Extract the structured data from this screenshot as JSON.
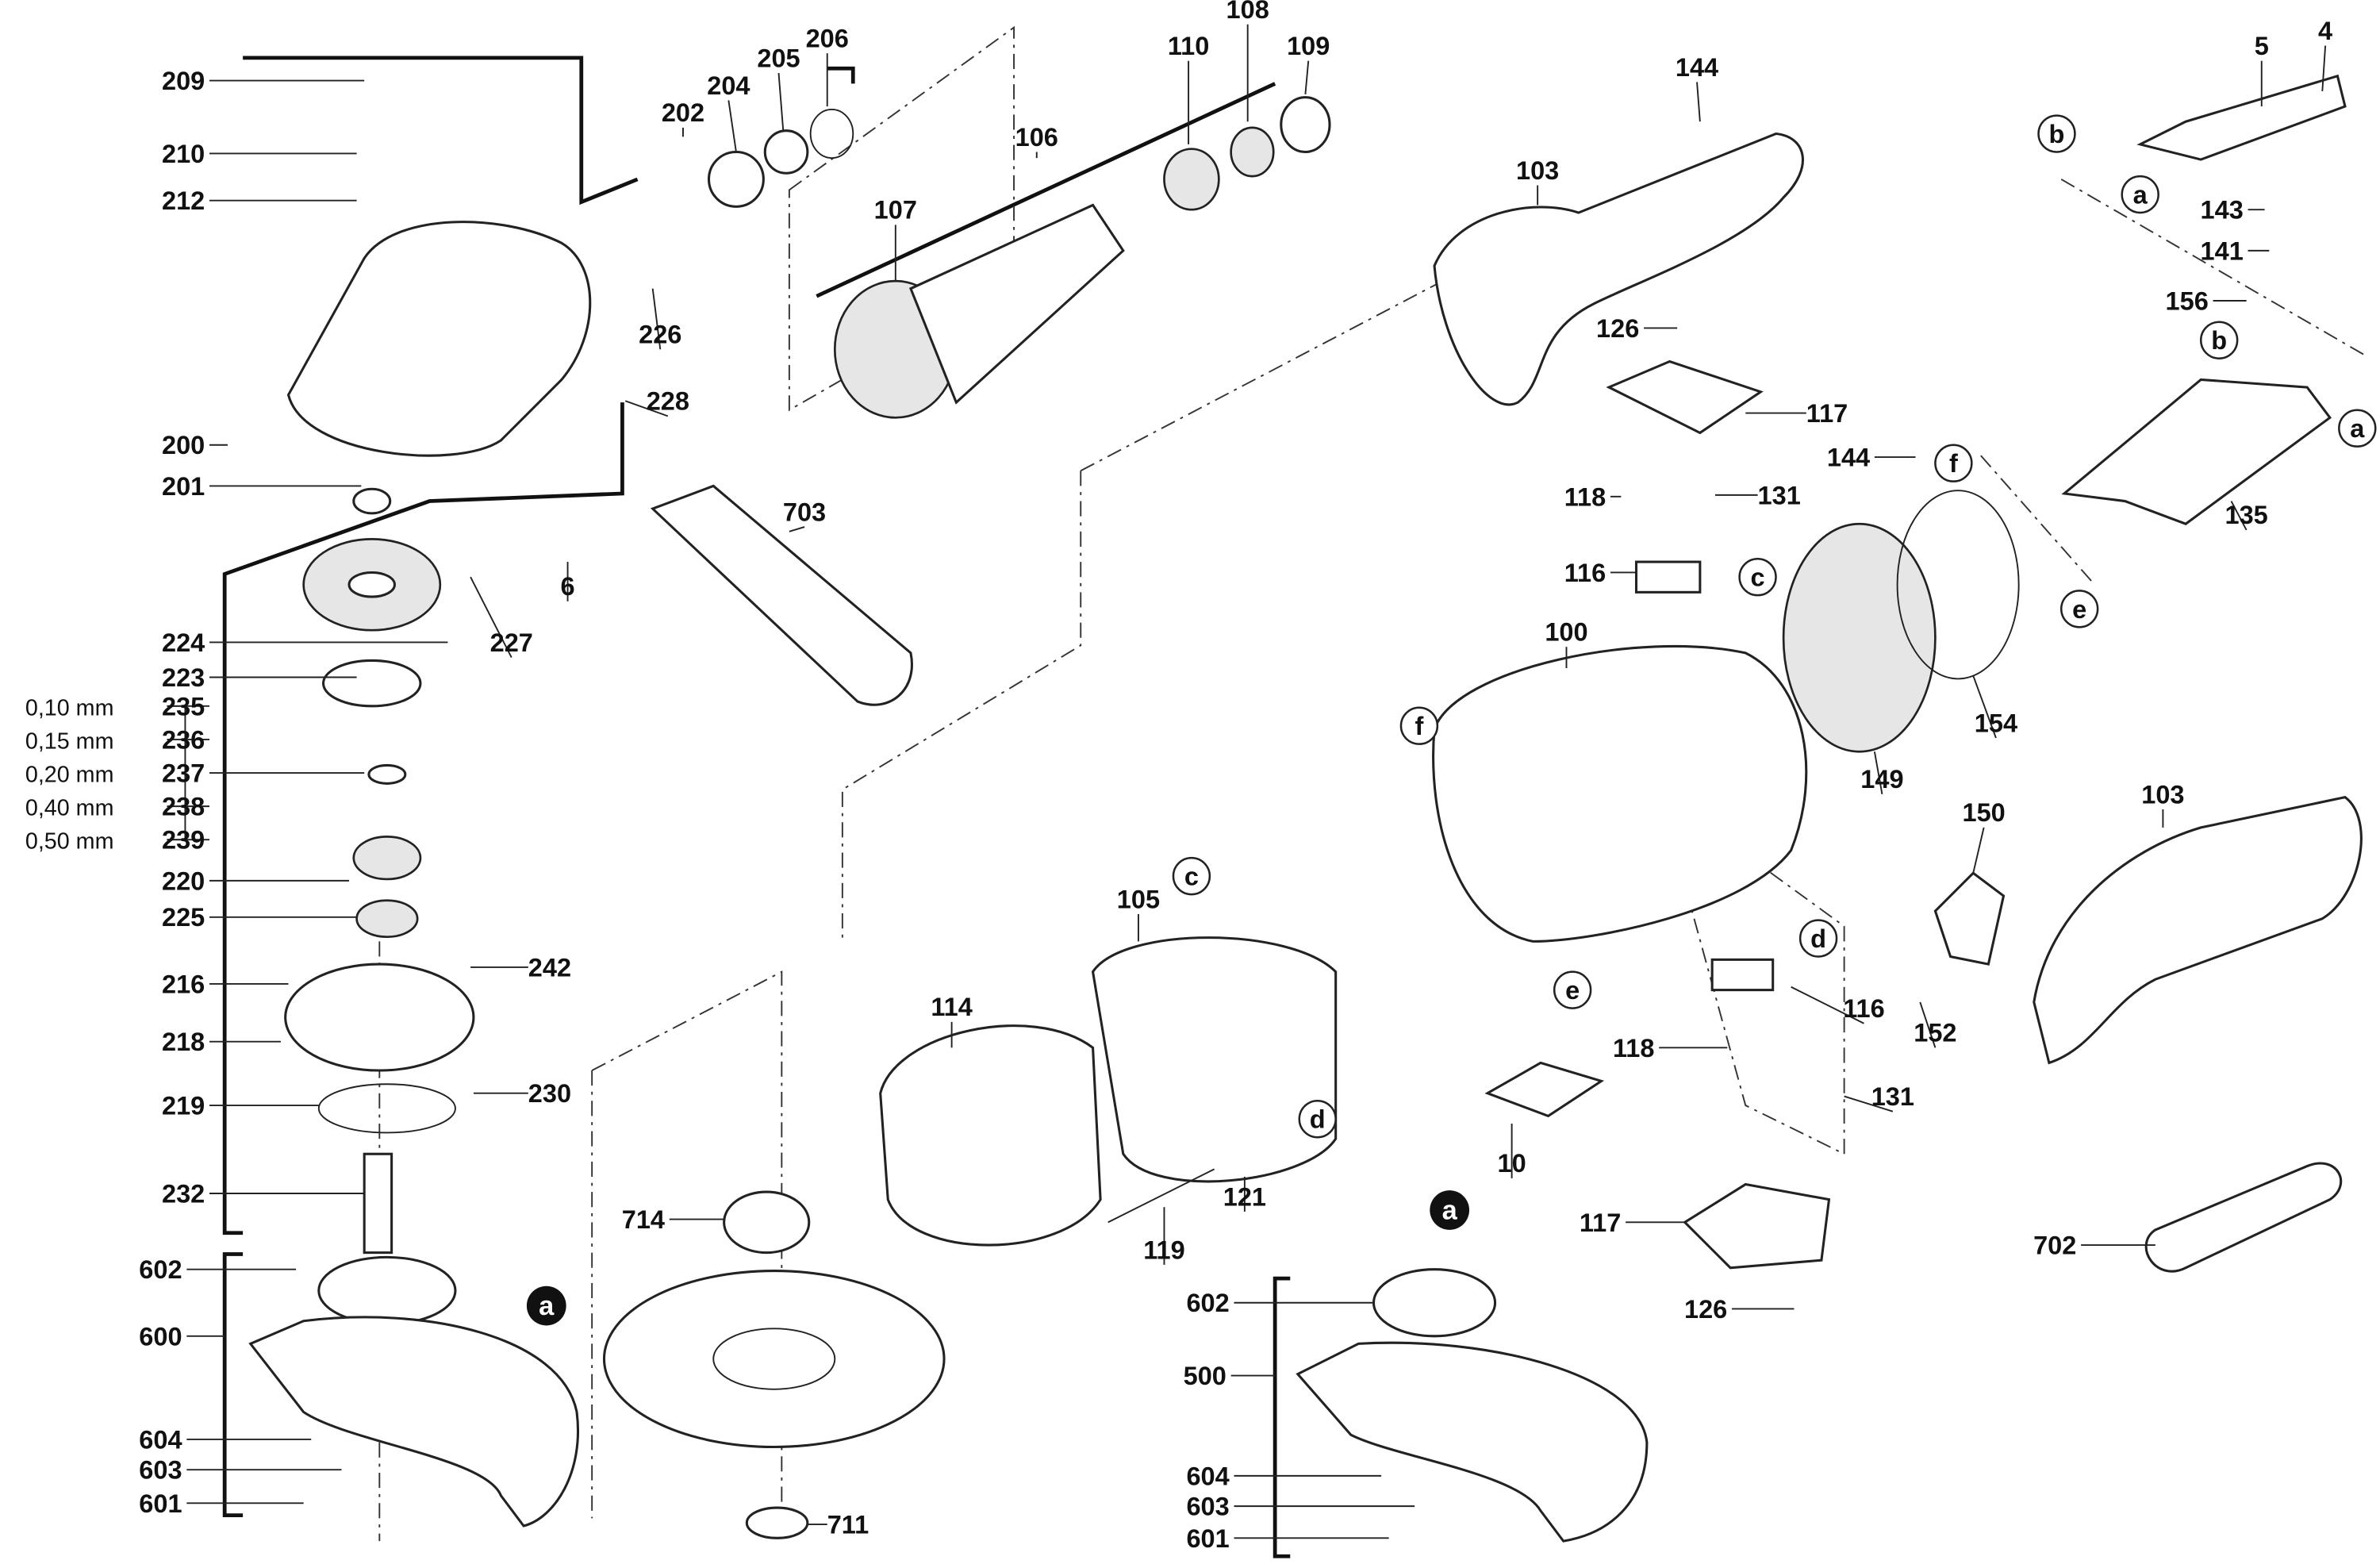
{
  "diagram": {
    "part_labels": [
      "209",
      "210",
      "212",
      "200",
      "201",
      "202",
      "204",
      "205",
      "206",
      "226",
      "228",
      "107",
      "106",
      "110",
      "108",
      "109",
      "703",
      "6",
      "227",
      "224",
      "223",
      "235",
      "236",
      "237",
      "238",
      "239",
      "220",
      "225",
      "242",
      "216",
      "218",
      "219",
      "230",
      "232",
      "602",
      "600",
      "604",
      "603",
      "601",
      "714",
      "711",
      "114",
      "105",
      "119",
      "121",
      "10",
      "100",
      "103",
      "144",
      "126",
      "117",
      "118",
      "131",
      "116",
      "144",
      "149",
      "154",
      "5",
      "4",
      "143",
      "141",
      "156",
      "135",
      "150",
      "103",
      "116",
      "118",
      "131",
      "152",
      "117",
      "126",
      "702",
      "602",
      "500",
      "604",
      "603",
      "601"
    ],
    "shim_labels": [
      "0,10 mm",
      "0,15 mm",
      "0,20 mm",
      "0,40 mm",
      "0,50 mm"
    ],
    "callouts": [
      "c",
      "d",
      "f",
      "e",
      "c",
      "f",
      "e",
      "b",
      "a",
      "b",
      "a",
      "d"
    ],
    "callouts_filled": [
      "a",
      "a"
    ]
  }
}
